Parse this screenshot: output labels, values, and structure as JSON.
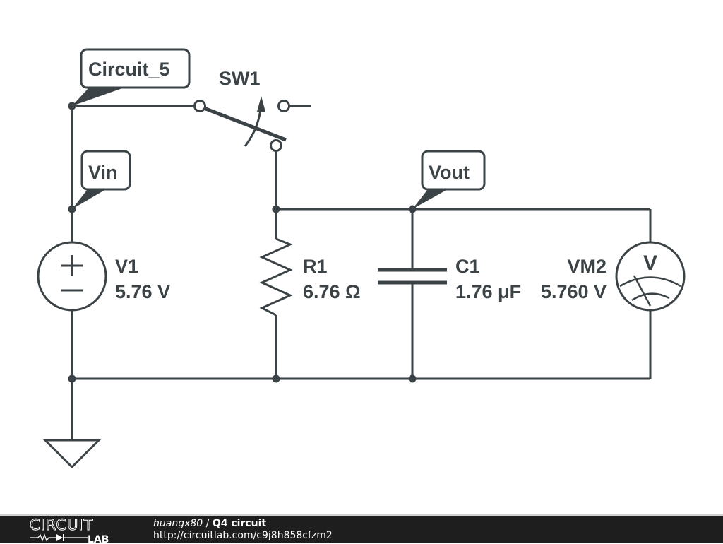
{
  "circuit": {
    "net_labels": [
      {
        "id": "circuit5",
        "text": "Circuit_5"
      },
      {
        "id": "vin",
        "text": "Vin"
      },
      {
        "id": "vout",
        "text": "Vout"
      }
    ],
    "components": {
      "switch": {
        "name": "SW1"
      },
      "voltage_source": {
        "name": "V1",
        "value": "5.76 V",
        "plus": "+",
        "minus": "−"
      },
      "resistor": {
        "name": "R1",
        "value": "6.76 Ω"
      },
      "capacitor": {
        "name": "C1",
        "value": "1.76 μF"
      },
      "voltmeter": {
        "name": "VM2",
        "reading": "5.760 V",
        "symbol": "V"
      }
    }
  },
  "footer": {
    "logo_top": "CIRCUIT",
    "logo_bottom": "LAB",
    "user": "huangx80",
    "separator": " / ",
    "title": "Q4 circuit",
    "url": "http://circuitlab.com/c9j8h858cfzm2"
  },
  "colors": {
    "ink": "#3c4347",
    "footer_bg": "#1e1e1e"
  }
}
